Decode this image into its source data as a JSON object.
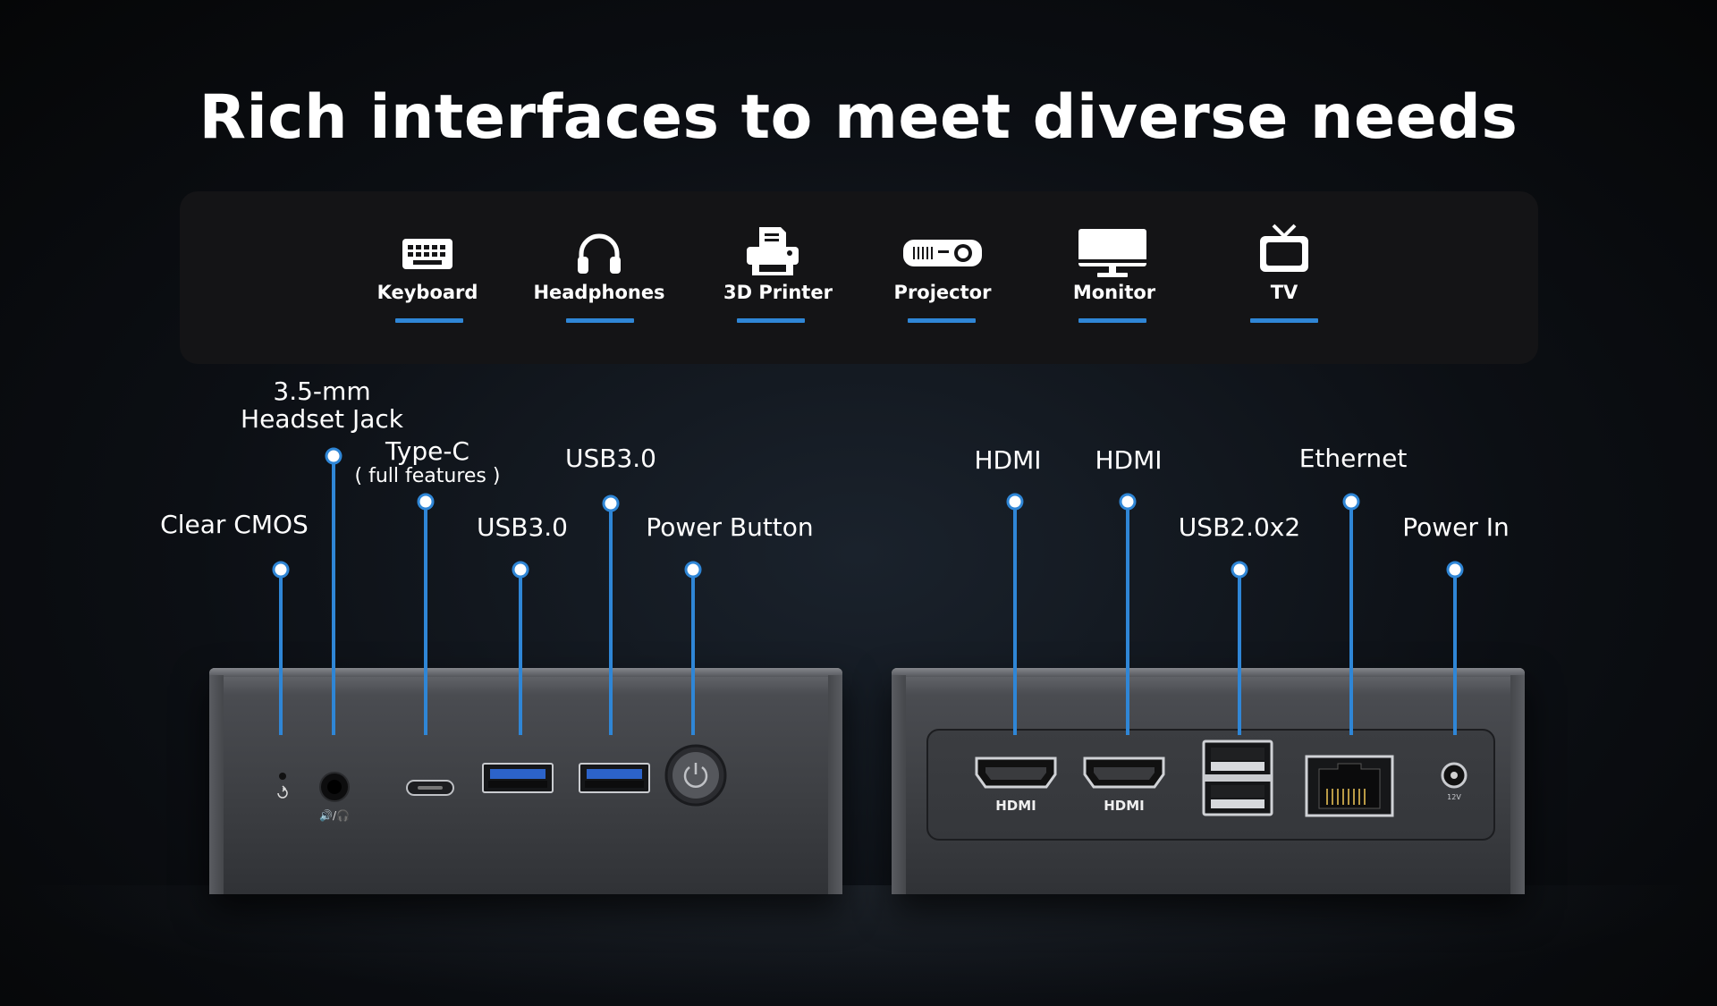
{
  "headline": "Rich interfaces to meet diverse needs",
  "devices": [
    {
      "label": "Keyboard",
      "icon": "keyboard-icon"
    },
    {
      "label": "Headphones",
      "icon": "headphones-icon"
    },
    {
      "label": "3D Printer",
      "icon": "printer-3d-icon"
    },
    {
      "label": "Projector",
      "icon": "projector-icon"
    },
    {
      "label": "Monitor",
      "icon": "monitor-icon"
    },
    {
      "label": "TV",
      "icon": "tv-icon"
    }
  ],
  "front_ports": {
    "clear_cmos": "Clear CMOS",
    "headset_line1": "3.5-mm",
    "headset_line2": "Headset Jack",
    "typec": "Type-C",
    "typec_sub": "( full features )",
    "usb3_a": "USB3.0",
    "usb3_b": "USB3.0",
    "power_button": "Power Button"
  },
  "rear_ports": {
    "hdmi_a": "HDMI",
    "hdmi_b": "HDMI",
    "usb2": "USB2.0x2",
    "ethernet": "Ethernet",
    "power_in": "Power In"
  },
  "port_marks": {
    "hdmi_mark": "HDMI",
    "dc_mark": "12V"
  },
  "colors": {
    "accent": "#2f86d6",
    "dot": "#ffffff"
  }
}
